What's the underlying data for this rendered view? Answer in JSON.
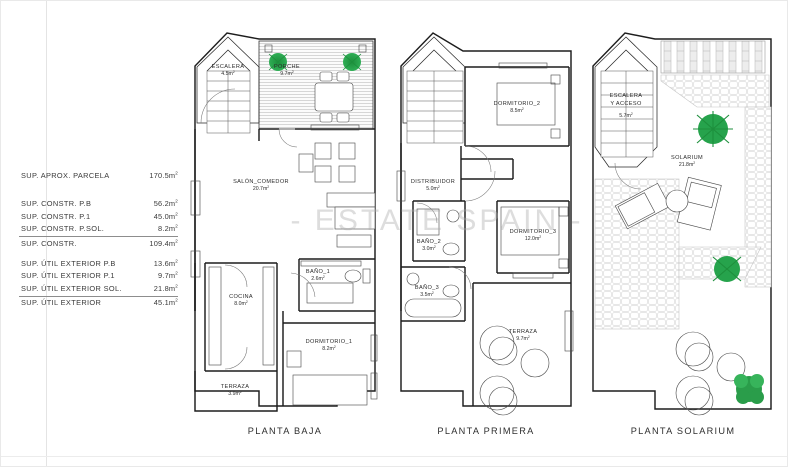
{
  "watermark": "- ESTATE SPAIN -",
  "legend": {
    "groups": [
      {
        "rows": [
          {
            "label": "SUP.  APROX.  PARCELA",
            "value": "170.5m",
            "unit": "2"
          }
        ],
        "rule_after": false
      },
      {
        "rows": [
          {
            "label": "SUP.  CONSTR.  P.B",
            "value": "56.2m",
            "unit": "2"
          },
          {
            "label": "SUP.  CONSTR.  P.1",
            "value": "45.0m",
            "unit": "2"
          },
          {
            "label": "SUP.  CONSTR.  P.SOL.",
            "value": "8.2m",
            "unit": "2"
          }
        ],
        "rule_after": true,
        "total": {
          "label": "SUP.  CONSTR.",
          "value": "109.4m",
          "unit": "2"
        }
      },
      {
        "rows": [
          {
            "label": "SUP.  ÚTIL  EXTERIOR  P.B",
            "value": "13.6m",
            "unit": "2"
          },
          {
            "label": "SUP.  ÚTIL  EXTERIOR  P.1",
            "value": "9.7m",
            "unit": "2"
          },
          {
            "label": "SUP.  ÚTIL  EXTERIOR  SOL.",
            "value": "21.8m",
            "unit": "2"
          }
        ],
        "rule_after": true,
        "total": {
          "label": "SUP.  ÚTIL  EXTERIOR",
          "value": "45.1m",
          "unit": "2"
        }
      }
    ]
  },
  "plans": [
    {
      "id": "planta-baja",
      "title": "PLANTA  BAJA",
      "rooms": [
        {
          "name": "ESCALERA",
          "area": "4.5m",
          "unit": "2"
        },
        {
          "name": "PORCHE",
          "area": "9.7m",
          "unit": "2"
        },
        {
          "name": "SALÓN_COMEDOR",
          "area": "20.7m",
          "unit": "2"
        },
        {
          "name": "COCINA",
          "area": "8.0m",
          "unit": "2"
        },
        {
          "name": "BAÑO_1",
          "area": "2.6m",
          "unit": "2"
        },
        {
          "name": "DORMITORIO_1",
          "area": "8.2m",
          "unit": "2"
        },
        {
          "name": "TERRAZA",
          "area": "3.9m",
          "unit": "2"
        }
      ]
    },
    {
      "id": "planta-primera",
      "title": "PLANTA  PRIMERA",
      "rooms": [
        {
          "name": "DORMITORIO_2",
          "area": "8.5m",
          "unit": "2"
        },
        {
          "name": "DISTRIBUIDOR",
          "area": "5.0m",
          "unit": "2"
        },
        {
          "name": "DORMITORIO_3",
          "area": "12.0m",
          "unit": "2"
        },
        {
          "name": "BAÑO_2",
          "area": "3.0m",
          "unit": "2"
        },
        {
          "name": "BAÑO_3",
          "area": "3.5m",
          "unit": "2"
        },
        {
          "name": "TERRAZA",
          "area": "9.7m",
          "unit": "2"
        }
      ]
    },
    {
      "id": "planta-solarium",
      "title": "PLANTA  SOLARIUM",
      "rooms": [
        {
          "name": "ESCALERA",
          "name2": "Y  ACCESO",
          "area": "5.7m",
          "unit": "2"
        },
        {
          "name": "SOLARIUM",
          "area": "21.8m",
          "unit": "2"
        }
      ]
    }
  ],
  "colors": {
    "plant_green": "#1f9d43",
    "wall": "#1d1d1d",
    "text": "#2b2b2b",
    "watermark": "#aaaaaa"
  }
}
